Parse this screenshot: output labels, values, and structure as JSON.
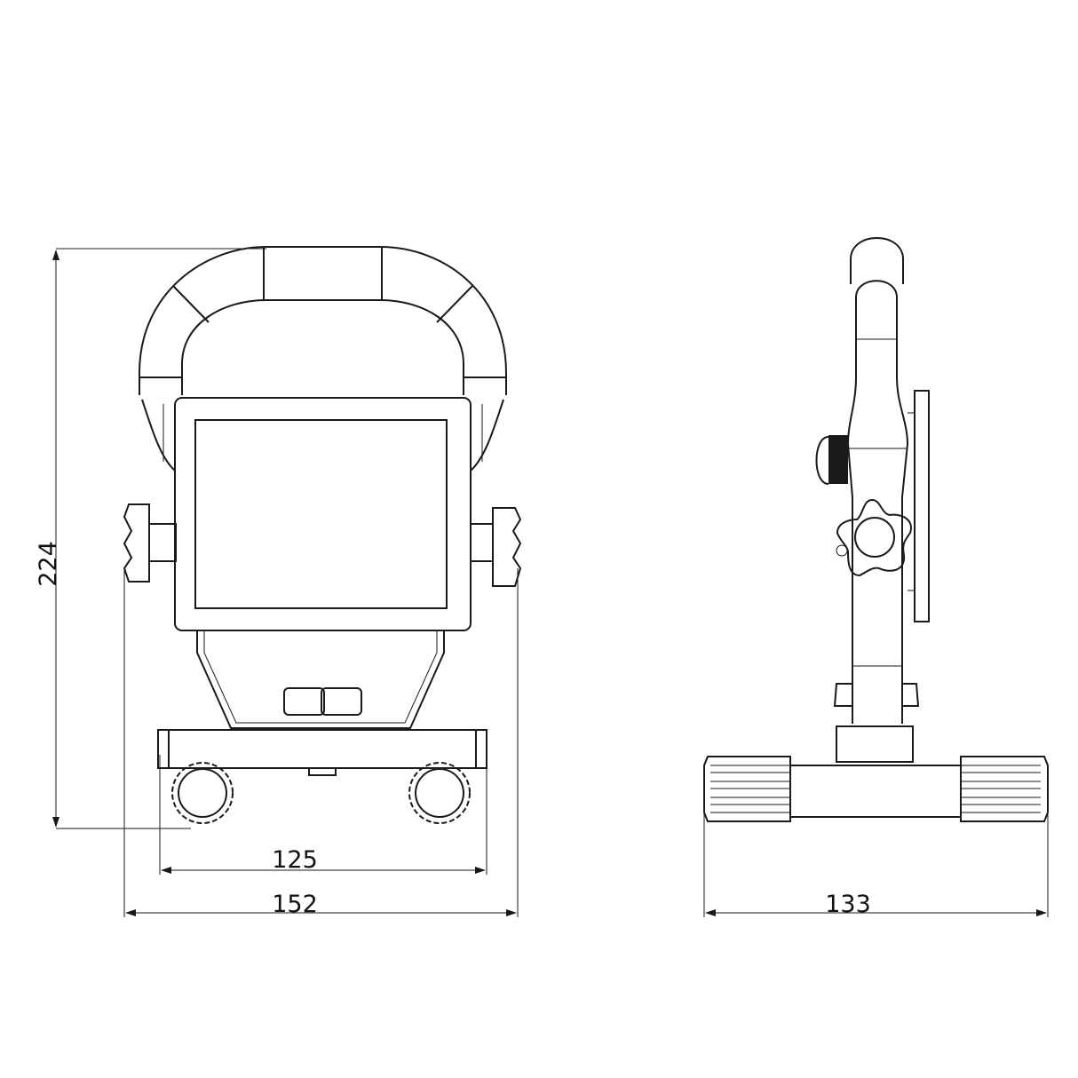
{
  "drawing": {
    "dimensions": {
      "height": "224",
      "inner_width": "125",
      "total_width": "152",
      "depth": "133"
    },
    "views": [
      "front-view",
      "side-view"
    ],
    "line_color": "#1a1a1a",
    "background": "#ffffff"
  }
}
